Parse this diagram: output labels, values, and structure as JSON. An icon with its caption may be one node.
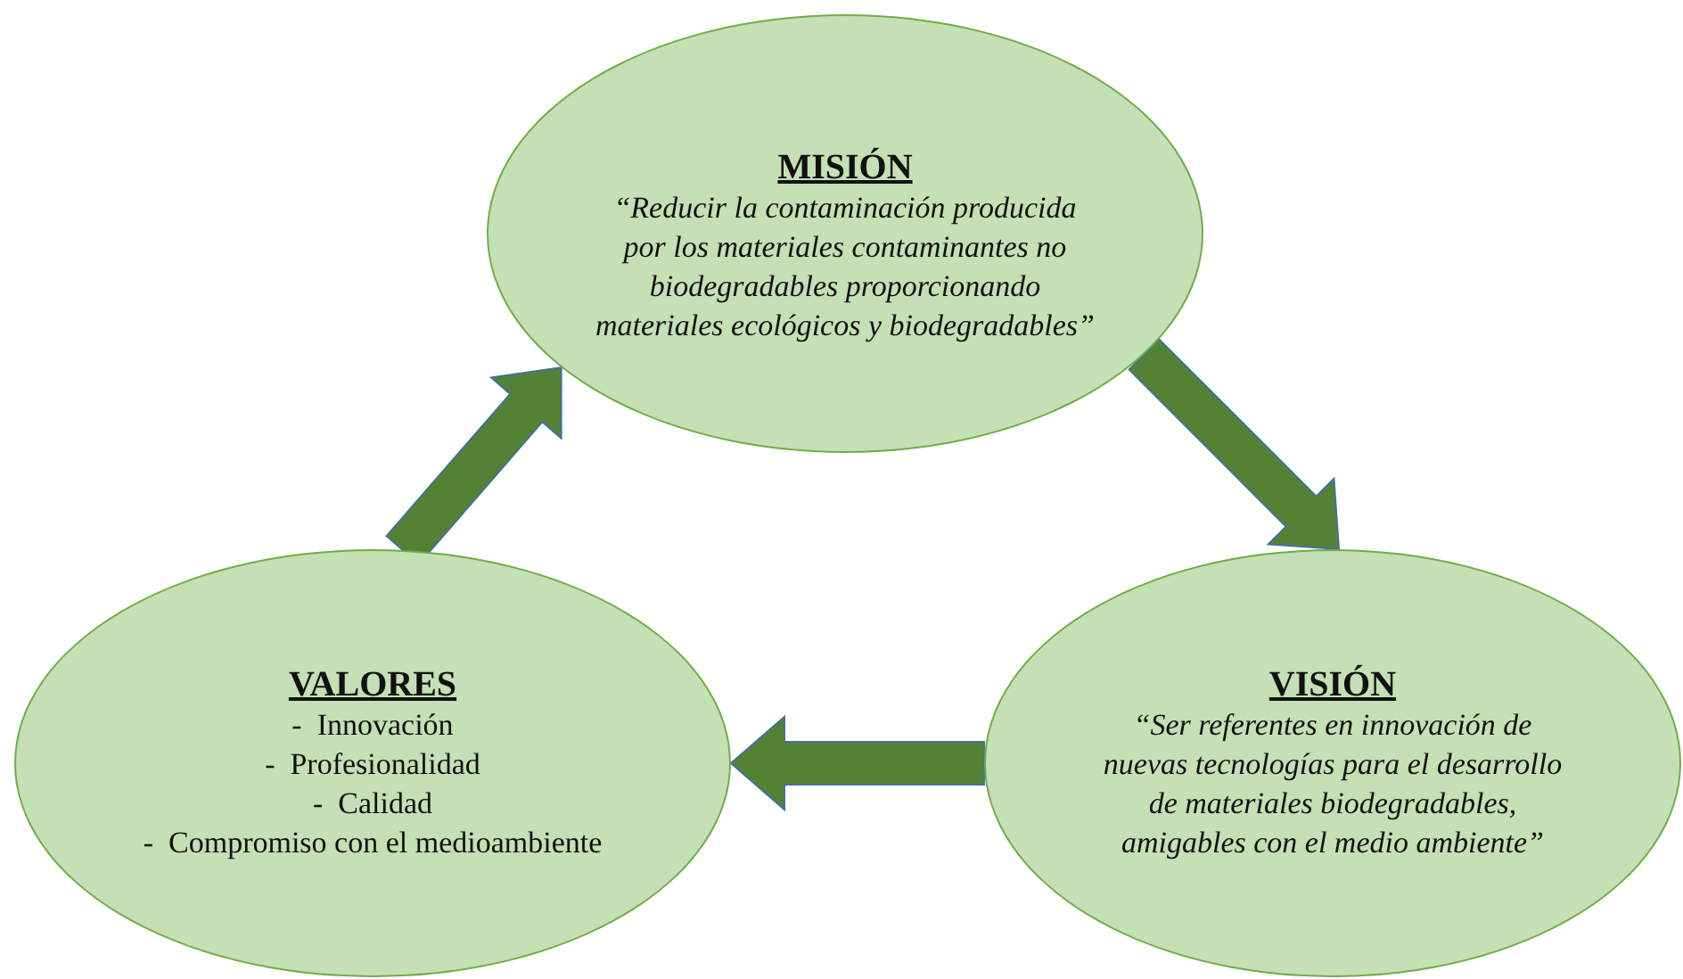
{
  "diagram": {
    "nodes": [
      {
        "text": [
          "MISIÓN",
          "“Reducir la contaminación producida por los materiales contaminantes no biodegradables proporcionando materiales ecológicos y biodegradables”"
        ]
      },
      {
        "text": [
          "VISIÓN",
          "“Ser referentes en innovación de nuevas tecnologías para el desarrollo de materiales biodegradables, amigables con el medio ambiente”"
        ]
      },
      {
        "text": [
          "VALORES",
          "-  Innovación",
          "-  Profesionalidad",
          "-  Calidad",
          "-  Compromiso con el medioambiente"
        ]
      }
    ],
    "edges": [
      {
        "from": 0,
        "to": 1,
        "arrow": "to",
        "style": "thick"
      },
      {
        "from": 1,
        "to": 2,
        "arrow": "to",
        "style": "thick"
      },
      {
        "from": 2,
        "to": 0,
        "arrow": "to",
        "style": "thick"
      }
    ]
  }
}
